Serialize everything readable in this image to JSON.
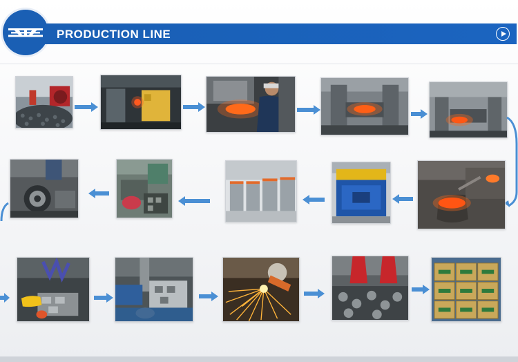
{
  "header": {
    "title": "PRODUCTION LINE",
    "logo_icon": "company-logo-icon",
    "play_icon": "play-circle-icon"
  },
  "colors": {
    "brand_blue": "#1a5fb4",
    "arrow_blue": "#4a8fd4"
  },
  "steps": [
    {
      "name": "raw-material-pile",
      "scene": "pile"
    },
    {
      "name": "induction-heating",
      "scene": "furnace"
    },
    {
      "name": "worker-at-forge",
      "scene": "worker"
    },
    {
      "name": "hot-forging-press",
      "scene": "press"
    },
    {
      "name": "forging-die-glow",
      "scene": "press2"
    },
    {
      "name": "molten-metal-pour",
      "scene": "pour"
    },
    {
      "name": "shot-blasting-machine",
      "scene": "blaster"
    },
    {
      "name": "heat-treatment-ovens",
      "scene": "ovens"
    },
    {
      "name": "manual-machining",
      "scene": "machining"
    },
    {
      "name": "cnc-lathe",
      "scene": "lathe"
    },
    {
      "name": "inspection-gloves",
      "scene": "inspect"
    },
    {
      "name": "drilling-station",
      "scene": "drill"
    },
    {
      "name": "grinding-sparks",
      "scene": "sparks"
    },
    {
      "name": "parts-bins",
      "scene": "bins"
    },
    {
      "name": "packed-cartons",
      "scene": "boxes"
    }
  ]
}
